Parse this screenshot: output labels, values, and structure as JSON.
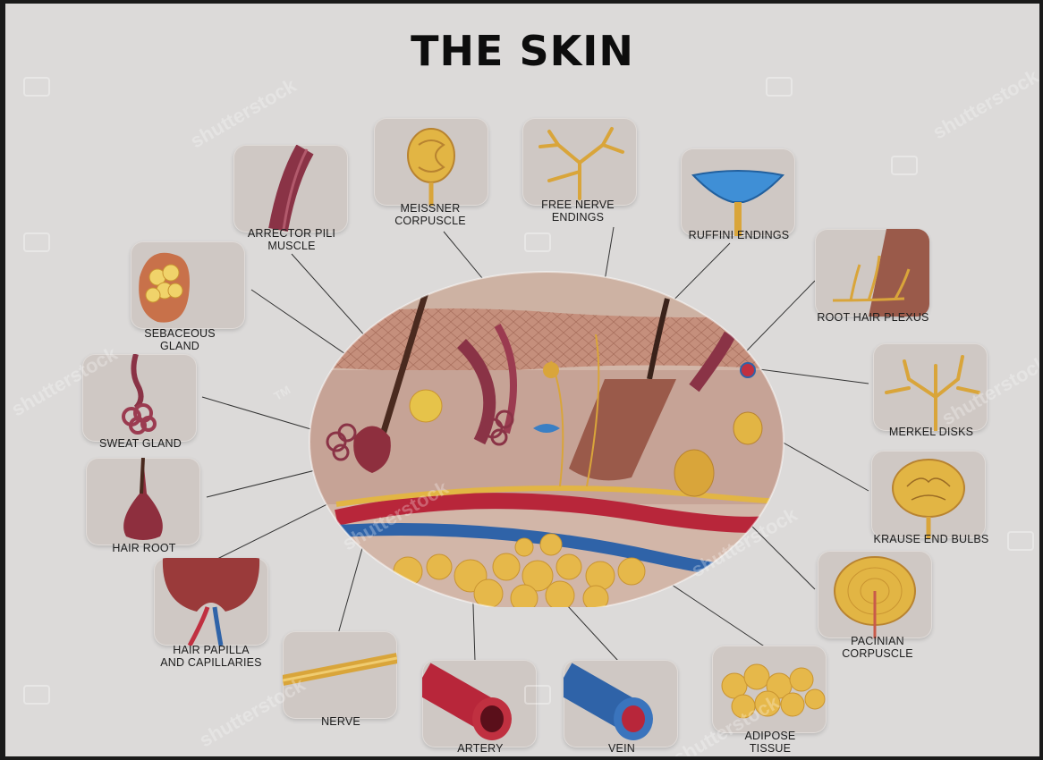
{
  "title": "THE SKIN",
  "labels": {
    "arrector": [
      "ARRECTOR PILI",
      "MUSCLE"
    ],
    "meissner": [
      "MEISSNER",
      "CORPUSCLE"
    ],
    "free_nerve": [
      "FREE NERVE",
      "ENDINGS"
    ],
    "ruffini": [
      "RUFFINI ENDINGS"
    ],
    "root_hair": [
      "ROOT HAIR PLEXUS"
    ],
    "sebaceous": [
      "SEBACEOUS",
      "GLAND"
    ],
    "sweat": [
      "SWEAT GLAND"
    ],
    "merkel": [
      "MERKEL DISKS"
    ],
    "hair_root": [
      "HAIR ROOT"
    ],
    "krause": [
      "KRAUSE END BULBS"
    ],
    "papilla": [
      "HAIR PAPILLA",
      "AND CAPILLARIES"
    ],
    "pacinian": [
      "PACINIAN",
      "CORPUSCLE"
    ],
    "nerve": [
      "NERVE"
    ],
    "artery": [
      "ARTERY"
    ],
    "vein": [
      "VEIN"
    ],
    "adipose": [
      "ADIPOSE",
      "TISSUE"
    ]
  },
  "watermark": "shutterstock",
  "watermark_tm": "TM",
  "colors": {
    "background": "#dcdad9",
    "tile": "#cfc8c4",
    "muscle": "#8a3346",
    "nerve": "#d9a53a",
    "artery": "#b8263a",
    "vein": "#2f63a8",
    "fat": "#e6b84a",
    "skin": "#c99a86"
  }
}
